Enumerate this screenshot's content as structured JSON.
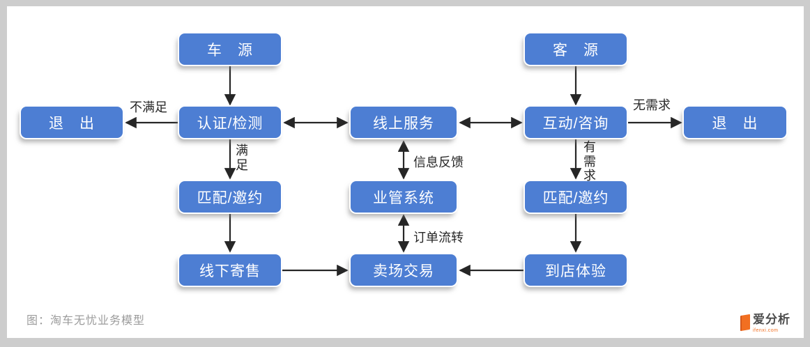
{
  "diagram": {
    "caption": "图：淘车无忧业务模型",
    "nodes": {
      "car_source": "车　源",
      "guest_source": "客　源",
      "exit_left": "退　出",
      "auth_inspect": "认证/检测",
      "online_service": "线上服务",
      "interact_consult": "互动/咨询",
      "exit_right": "退　出",
      "match_invite_left": "匹配/邀约",
      "biz_system": "业管系统",
      "match_invite_right": "匹配/邀约",
      "offline_consign": "线下寄售",
      "market_trade": "卖场交易",
      "store_experience": "到店体验"
    },
    "edge_labels": {
      "not_satisfied": "不满足",
      "satisfied": "满足",
      "no_demand": "无需求",
      "has_demand": "有需求",
      "info_feedback": "信息反馈",
      "order_flow": "订单流转"
    },
    "edges": [
      {
        "from": "car_source",
        "to": "auth_inspect",
        "direction": "one-way",
        "label": ""
      },
      {
        "from": "auth_inspect",
        "to": "exit_left",
        "direction": "one-way",
        "label": "不满足"
      },
      {
        "from": "auth_inspect",
        "to": "online_service",
        "direction": "two-way",
        "label": ""
      },
      {
        "from": "auth_inspect",
        "to": "match_invite_left",
        "direction": "one-way",
        "label": "满足"
      },
      {
        "from": "match_invite_left",
        "to": "offline_consign",
        "direction": "one-way",
        "label": ""
      },
      {
        "from": "offline_consign",
        "to": "market_trade",
        "direction": "one-way",
        "label": ""
      },
      {
        "from": "online_service",
        "to": "biz_system",
        "direction": "two-way",
        "label": "信息反馈"
      },
      {
        "from": "biz_system",
        "to": "market_trade",
        "direction": "two-way",
        "label": "订单流转"
      },
      {
        "from": "guest_source",
        "to": "interact_consult",
        "direction": "one-way",
        "label": ""
      },
      {
        "from": "interact_consult",
        "to": "exit_right",
        "direction": "one-way",
        "label": "无需求"
      },
      {
        "from": "interact_consult",
        "to": "online_service",
        "direction": "two-way",
        "label": ""
      },
      {
        "from": "interact_consult",
        "to": "match_invite_right",
        "direction": "one-way",
        "label": "有需求"
      },
      {
        "from": "match_invite_right",
        "to": "store_experience",
        "direction": "one-way",
        "label": ""
      },
      {
        "from": "store_experience",
        "to": "market_trade",
        "direction": "one-way",
        "label": ""
      }
    ]
  },
  "branding": {
    "logo_text": "爱分析",
    "logo_sub": "ifenxi.com"
  },
  "colors": {
    "node_fill": "#4d7ed3",
    "node_text": "#ffffff",
    "arrow": "#262626",
    "caption_gray": "#9b9b9b",
    "frame_gray": "#cdcdcd",
    "accent_orange": "#f26f21"
  }
}
